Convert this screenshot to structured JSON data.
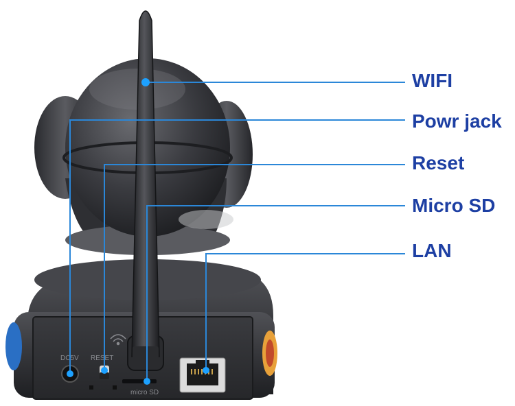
{
  "callouts": [
    {
      "id": "wifi",
      "label": "WIFI"
    },
    {
      "id": "power",
      "label": "Powr jack"
    },
    {
      "id": "reset",
      "label": "Reset"
    },
    {
      "id": "sd",
      "label": "Micro SD"
    },
    {
      "id": "lan",
      "label": "LAN"
    }
  ],
  "panel_markings": {
    "power": "DC5V",
    "reset": "RESET",
    "sd": "micro SD"
  },
  "colors": {
    "callout_line": "#2b87d8",
    "callout_dot": "#1da1ff",
    "callout_text": "#1d3fa3",
    "body_dark": "#2b2c30",
    "body_mid": "#4a4b50"
  }
}
